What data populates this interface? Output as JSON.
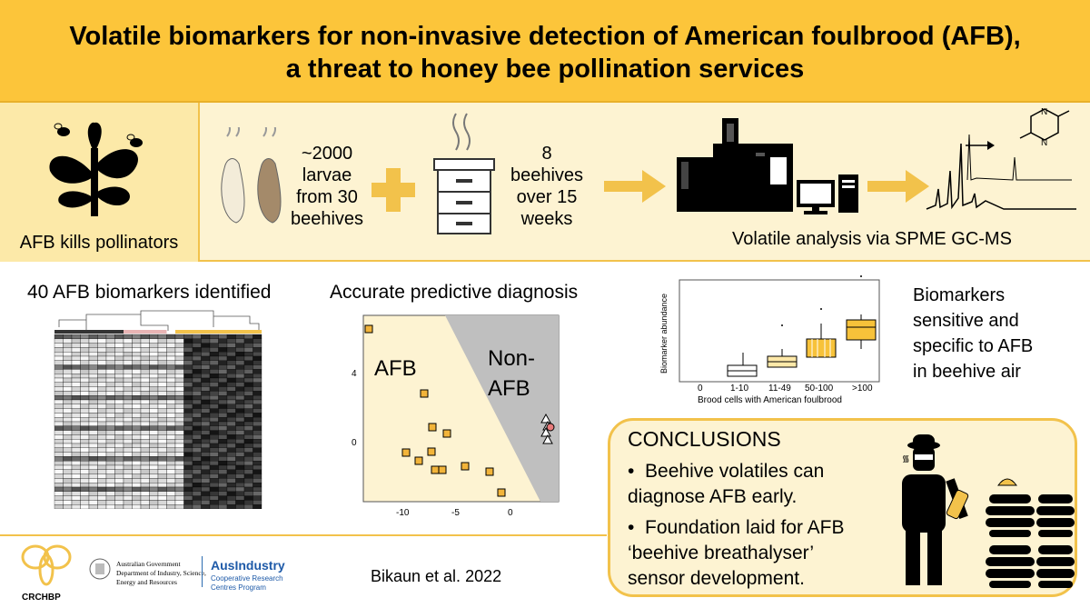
{
  "title": {
    "line1": "Volatile biomarkers for non-invasive detection of American foulbrood (AFB),",
    "line2": "a threat to honey bee pollination services"
  },
  "workflow": {
    "pollinators_caption": "AFB kills pollinators",
    "larvae_text": [
      "~2000",
      "larvae",
      "from 30",
      "beehives"
    ],
    "beehives_text": [
      "8",
      "beehives",
      "over 15",
      "weeks"
    ],
    "analysis_caption": "Volatile analysis via SPME GC-MS"
  },
  "sections": {
    "heatmap_title": "40 AFB biomarkers identified",
    "diagnosis_title": "Accurate predictive diagnosis",
    "biomarkers_text": [
      "Biomarkers",
      "sensitive and",
      "specific to AFB",
      "in beehive air"
    ]
  },
  "scatter": {
    "afb_label": "AFB",
    "nonafb_label_1": "Non-",
    "nonafb_label_2": "AFB",
    "x_ticks": [
      "-10",
      "-5",
      "0"
    ],
    "y_ticks": [
      "4",
      "0"
    ]
  },
  "boxplot": {
    "ylabel": "Biomarker abundance",
    "xlabel": "Brood cells with American foulbrood",
    "categories": [
      "0",
      "1-10",
      "11-49",
      "50-100",
      ">100"
    ]
  },
  "conclusions": {
    "heading": "CONCLUSIONS",
    "bullet1_line1": "Beehive volatiles can",
    "bullet1_line2": "diagnose AFB early.",
    "bullet2_line1": "Foundation laid for AFB",
    "bullet2_line2": "‘beehive breathalyser’",
    "bullet2_line3": "sensor development."
  },
  "footer": {
    "crc_logo": "CRCHBP",
    "gov_line1": "Australian Government",
    "gov_line2": "Department of Industry, Science,",
    "gov_line3": "Energy and Resources",
    "ausindustry": "AusIndustry",
    "ausindustry_sub1": "Cooperative Research",
    "ausindustry_sub2": "Centres Program",
    "citation": "Bikaun et al. 2022"
  },
  "colors": {
    "title_bg": "#fcc53a",
    "accent": "#f2c24b",
    "band_bg": "#fdf3d2"
  }
}
